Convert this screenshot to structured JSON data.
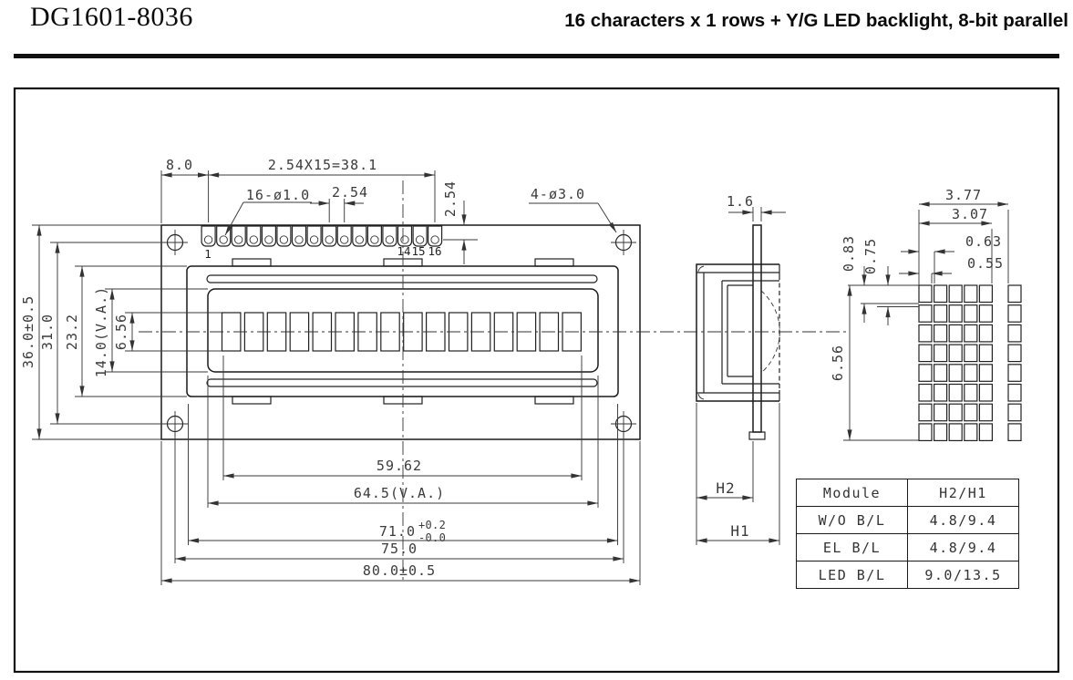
{
  "header": {
    "model": "DG1601-8036",
    "description": "16 characters x 1 rows + Y/G LED backlight, 8-bit parallel"
  },
  "front_view": {
    "pin_count": 16,
    "char_cells": 16,
    "pin_labels": {
      "p1": "1",
      "p14": "14",
      "p15": "15",
      "p16": "16"
    },
    "dims": {
      "pin_offset": "8.0",
      "pin_pitch_total": "2.54X15=38.1",
      "pin_hole": "16-ø1.0",
      "pin_pitch": "2.54",
      "pin_row_offset": "2.54",
      "mount_hole": "4-ø3.0",
      "height_total": "36.0±0.5",
      "hole_span_v": "31.0",
      "bezel_height": "23.2",
      "va_height": "14.0(V.A.)",
      "char_height": "6.56",
      "char_row_width": "59.62",
      "va_width": "64.5(V.A.)",
      "bezel_width": "71.0",
      "bezel_width_tol_plus": "+0.2",
      "bezel_width_tol_minus": "-0.0",
      "hole_span_h": "75.0",
      "width_total": "80.0±0.5"
    }
  },
  "side_view": {
    "dims": {
      "pcb_thickness": "1.6",
      "h2": "H2",
      "h1": "H1"
    }
  },
  "detail_view": {
    "dot_cols": 5,
    "dot_rows": 8,
    "dims": {
      "char_pitch": "3.77",
      "char_width": "3.07",
      "dot_pitch_x": "0.63",
      "dot_width": "0.55",
      "dot_pitch_y": "0.83",
      "dot_height": "0.75",
      "char_height": "6.56"
    }
  },
  "table": {
    "headers": [
      "Module",
      "H2/H1"
    ],
    "rows": [
      [
        "W/O B/L",
        "4.8/9.4"
      ],
      [
        "EL B/L",
        "4.8/9.4"
      ],
      [
        "LED B/L",
        "9.0/13.5"
      ]
    ]
  }
}
